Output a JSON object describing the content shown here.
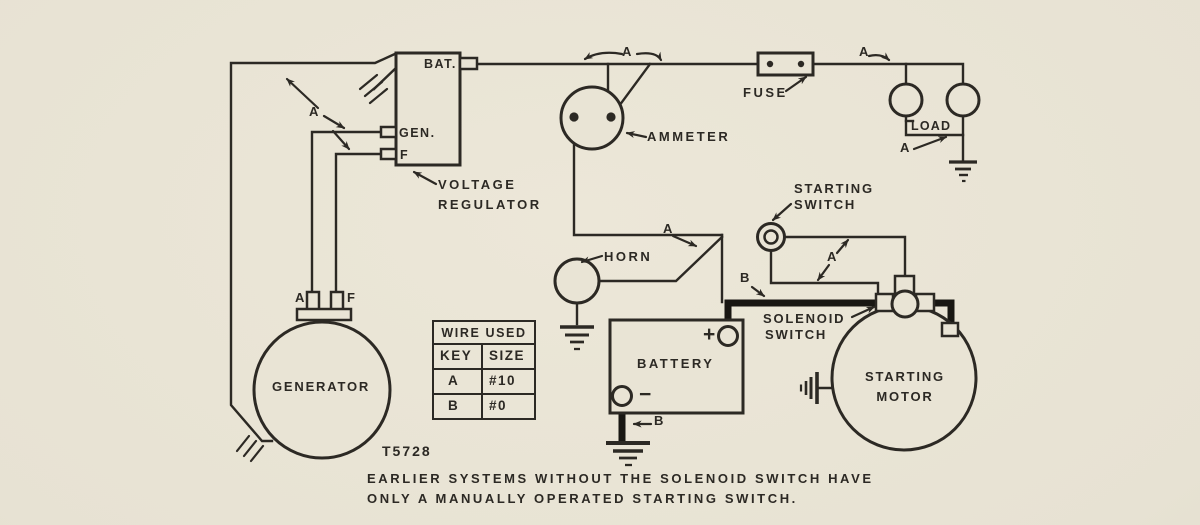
{
  "figure_number": "T5728",
  "caption": {
    "line1": "EARLIER SYSTEMS WITHOUT THE SOLENOID SWITCH HAVE",
    "line2": "ONLY A MANUALLY OPERATED STARTING SWITCH."
  },
  "labels": {
    "bat_terminal": "BAT.",
    "gen_terminal": "GEN.",
    "field_terminal": "F",
    "voltage_regulator_line1": "VOLTAGE",
    "voltage_regulator_line2": "REGULATOR",
    "ammeter": "AMMETER",
    "fuse": "FUSE",
    "load": "LOAD",
    "horn": "HORN",
    "starting_switch_line1": "STARTING",
    "starting_switch_line2": "SWITCH",
    "solenoid_switch_line1": "SOLENOID",
    "solenoid_switch_line2": "SWITCH",
    "battery": "BATTERY",
    "plus": "+",
    "minus": "−",
    "generator": "GENERATOR",
    "generator_post_a": "A",
    "generator_post_f": "F",
    "starting_motor_line1": "STARTING",
    "starting_motor_line2": "MOTOR",
    "wire_key_a": "A",
    "wire_key_b": "B"
  },
  "table": {
    "title": "WIRE USED",
    "headers": [
      "KEY",
      "SIZE"
    ],
    "rows": [
      [
        "A",
        "#10"
      ],
      [
        "B",
        "#0"
      ]
    ]
  },
  "colors": {
    "paper": "#e9e4d5",
    "ink": "#2c2924",
    "cable": "#191713"
  }
}
